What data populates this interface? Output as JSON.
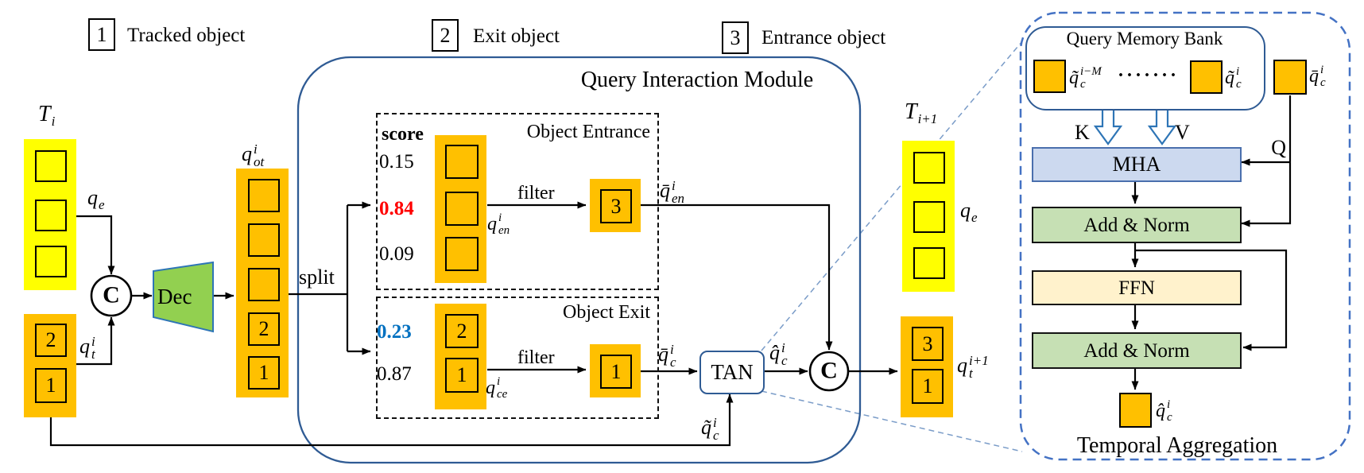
{
  "legend": {
    "items": [
      {
        "num": "1",
        "label": "Tracked object"
      },
      {
        "num": "2",
        "label": "Exit object"
      },
      {
        "num": "3",
        "label": "Entrance object"
      }
    ]
  },
  "labels": {
    "t_i": {
      "base": "T",
      "sub": "i"
    },
    "q_e_left": {
      "base": "q",
      "sub": "e"
    },
    "q_t_i": {
      "base": "q",
      "sup": "i",
      "sub": "t"
    },
    "concat": "C",
    "dec": "Dec",
    "q_ot": {
      "base": "q",
      "sup": "i",
      "sub": "ot"
    },
    "split": "split",
    "score": "score",
    "filter": "filter",
    "object_entrance": "Object Entrance",
    "object_exit": "Object Exit",
    "q_en": {
      "base": "q",
      "sup": "i",
      "sub": "en"
    },
    "q_ce": {
      "base": "q",
      "sup": "i",
      "sub": "ce"
    },
    "q_bar_en": {
      "base": "q̄",
      "sup": "i",
      "sub": "en"
    },
    "q_bar_c": {
      "base": "q̄",
      "sup": "i",
      "sub": "c"
    },
    "q_hat_c": {
      "base": "q̂",
      "sup": "i",
      "sub": "c"
    },
    "q_tilde_c": {
      "base": "q̃",
      "sup": "i",
      "sub": "c"
    },
    "t_i1": {
      "base": "T",
      "sub": "i+1"
    },
    "q_e_right": {
      "base": "q",
      "sub": "e"
    },
    "q_t_i1": {
      "base": "q",
      "sup": "i+1",
      "sub": "t"
    }
  },
  "qim": {
    "title": "Query Interaction Module",
    "tan": "TAN"
  },
  "scores": {
    "entrance": [
      "0.15",
      "0.84",
      "0.09"
    ],
    "exit": [
      "0.23",
      "0.87"
    ]
  },
  "boxes": {
    "left_tracked": [
      "2",
      "1"
    ],
    "q_ot_nums": [
      "2",
      "1"
    ],
    "entrance_result": "3",
    "exit_col": [
      "2",
      "1"
    ],
    "exit_result": "1",
    "right_tracked": [
      "3",
      "1"
    ]
  },
  "panel": {
    "memory_title": "Query Memory Bank",
    "mem_q_old": {
      "base": "q̃",
      "sup": "i−M",
      "sub": "c"
    },
    "dots": "·······",
    "mem_q_new": {
      "base": "q̃",
      "sup": "i",
      "sub": "c"
    },
    "q_bar_in": {
      "base": "q̄",
      "sup": "i",
      "sub": "c"
    },
    "k": "K",
    "v": "V",
    "q": "Q",
    "mha": "MHA",
    "addnorm1": "Add & Norm",
    "ffn": "FFN",
    "addnorm2": "Add & Norm",
    "q_hat_out": {
      "base": "q̂",
      "sup": "i",
      "sub": "c"
    },
    "caption": "Temporal Aggregation"
  },
  "colors": {
    "yellow": "#ffff00",
    "orange": "#ffc000",
    "dec_green": "#92d050",
    "mha_blue": "#ccd9ef",
    "norm_green": "#c6e0b4",
    "ffn_cream": "#fff2cc",
    "line_blue": "#2f5b94",
    "panel_blue": "#4472c4",
    "score_red": "#ff0000",
    "score_blue": "#0070c0"
  }
}
